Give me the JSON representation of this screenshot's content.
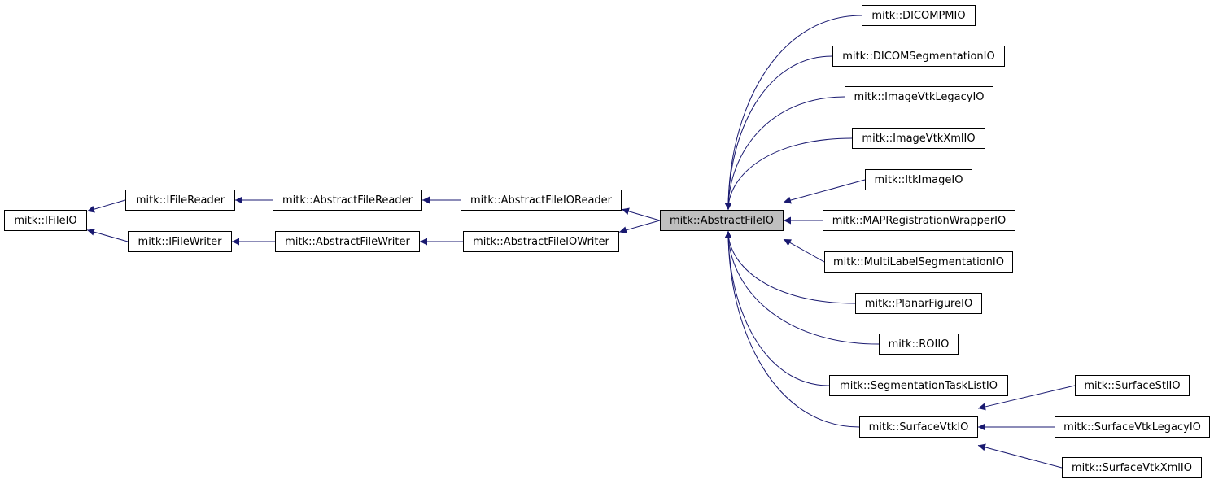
{
  "colors": {
    "edge": "#191970",
    "focus_fill": "#bfbfbf",
    "node_border": "#000000"
  },
  "nodes": {
    "ifileio": "mitk::IFileIO",
    "ifilereader": "mitk::IFileReader",
    "ifilewriter": "mitk::IFileWriter",
    "abstractfilereader": "mitk::AbstractFileReader",
    "abstractfilewriter": "mitk::AbstractFileWriter",
    "abstractfileioreader": "mitk::AbstractFileIOReader",
    "abstractfileiowriter": "mitk::AbstractFileIOWriter",
    "abstractfileio": "mitk::AbstractFileIO",
    "dicompmio": "mitk::DICOMPMIO",
    "dicomsegmentationio": "mitk::DICOMSegmentationIO",
    "imagevtklegacyio": "mitk::ImageVtkLegacyIO",
    "imagevtkxmlio": "mitk::ImageVtkXmlIO",
    "itkimageio": "mitk::ItkImageIO",
    "mapregistrationwrapperio": "mitk::MAPRegistrationWrapperIO",
    "multilabelsegmentationio": "mitk::MultiLabelSegmentationIO",
    "planarfigureio": "mitk::PlanarFigureIO",
    "roiio": "mitk::ROIIO",
    "segmentationtasklistio": "mitk::SegmentationTaskListIO",
    "surfacevtkio": "mitk::SurfaceVtkIO",
    "surfacestlio": "mitk::SurfaceStlIO",
    "surfacevtklegacyio": "mitk::SurfaceVtkLegacyIO",
    "surfacevtkxmlio": "mitk::SurfaceVtkXmlIO"
  },
  "focus": "abstractfileio",
  "edges": [
    {
      "from": "ifilereader",
      "to": "ifileio"
    },
    {
      "from": "ifilewriter",
      "to": "ifileio"
    },
    {
      "from": "abstractfilereader",
      "to": "ifilereader"
    },
    {
      "from": "abstractfilewriter",
      "to": "ifilewriter"
    },
    {
      "from": "abstractfileioreader",
      "to": "abstractfilereader"
    },
    {
      "from": "abstractfileiowriter",
      "to": "abstractfilewriter"
    },
    {
      "from": "abstractfileio",
      "to": "abstractfileioreader"
    },
    {
      "from": "abstractfileio",
      "to": "abstractfileiowriter"
    },
    {
      "from": "dicompmio",
      "to": "abstractfileio"
    },
    {
      "from": "dicomsegmentationio",
      "to": "abstractfileio"
    },
    {
      "from": "imagevtklegacyio",
      "to": "abstractfileio"
    },
    {
      "from": "imagevtkxmlio",
      "to": "abstractfileio"
    },
    {
      "from": "itkimageio",
      "to": "abstractfileio"
    },
    {
      "from": "mapregistrationwrapperio",
      "to": "abstractfileio"
    },
    {
      "from": "multilabelsegmentationio",
      "to": "abstractfileio"
    },
    {
      "from": "planarfigureio",
      "to": "abstractfileio"
    },
    {
      "from": "roiio",
      "to": "abstractfileio"
    },
    {
      "from": "segmentationtasklistio",
      "to": "abstractfileio"
    },
    {
      "from": "surfacevtkio",
      "to": "abstractfileio"
    },
    {
      "from": "surfacestlio",
      "to": "surfacevtkio"
    },
    {
      "from": "surfacevtklegacyio",
      "to": "surfacevtkio"
    },
    {
      "from": "surfacevtkxmlio",
      "to": "surfacevtkio"
    }
  ]
}
